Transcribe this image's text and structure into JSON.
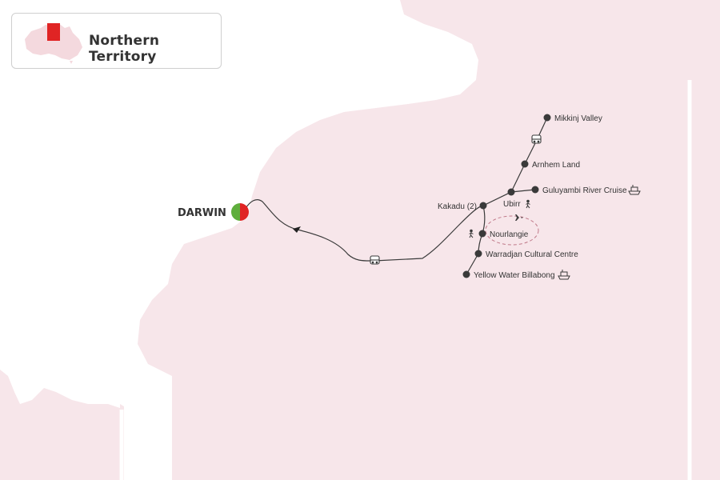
{
  "header": {
    "region_title": "Northern Territory"
  },
  "colors": {
    "land": "#f7e6ea",
    "route": "#3a3a3a",
    "accent_red": "#e02424",
    "accent_green": "#5fae3c",
    "stop": "#3a3a3a"
  },
  "map": {
    "origin": {
      "label": "DARWIN"
    },
    "stops": [
      {
        "id": "mikkinj",
        "label": "Mikkinj Valley"
      },
      {
        "id": "arnhem",
        "label": "Arnhem Land"
      },
      {
        "id": "guluyambi",
        "label": "Guluyambi River Cruise"
      },
      {
        "id": "ubirr",
        "label": "Ubirr"
      },
      {
        "id": "kakadu",
        "label": "Kakadu (2)"
      },
      {
        "id": "nourlangie",
        "label": "Nourlangie"
      },
      {
        "id": "warradjan",
        "label": "Warradjan Cultural Centre"
      },
      {
        "id": "yellow-water",
        "label": "Yellow Water Billabong"
      }
    ],
    "icons": [
      "bus-icon",
      "boat-icon",
      "hiking-icon",
      "plane-icon",
      "direction-arrow-icon"
    ]
  }
}
